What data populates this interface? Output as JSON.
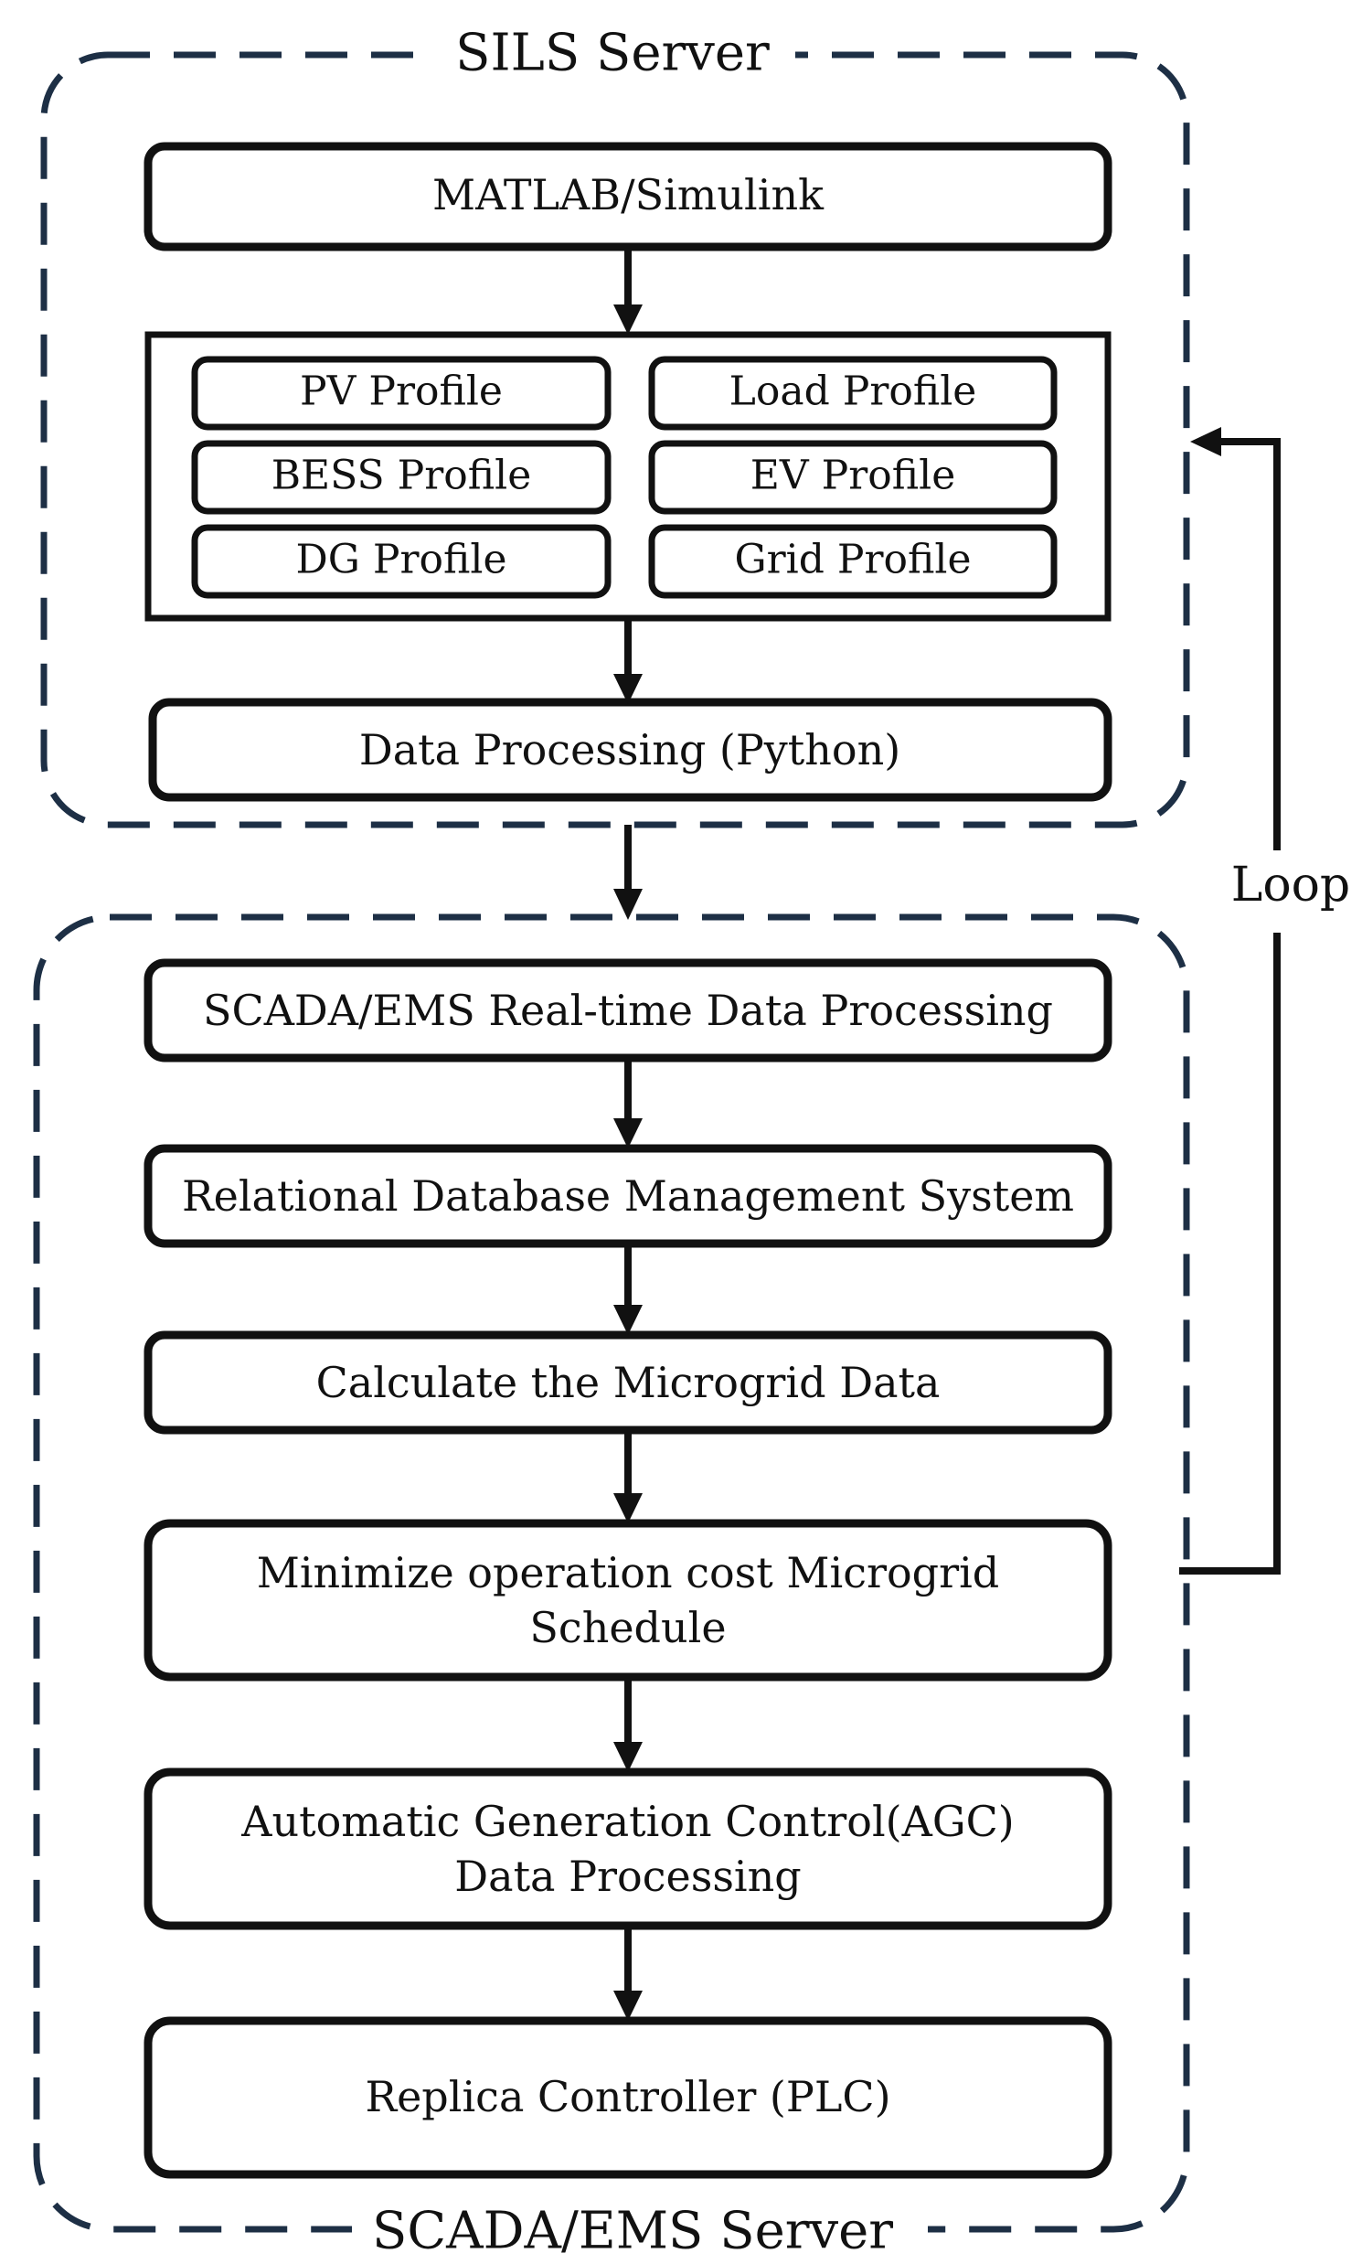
{
  "sils_server": {
    "title": "SILS Server",
    "matlab": "MATLAB/Simulink",
    "profiles": {
      "pv": "PV Profile",
      "load": "Load Profile",
      "bess": "BESS Profile",
      "ev": "EV Profile",
      "dg": "DG Profile",
      "grid": "Grid Profile"
    },
    "data_processing": "Data Processing (Python)"
  },
  "scada_server": {
    "title": "SCADA/EMS Server",
    "realtime": "SCADA/EMS Real-time Data Processing",
    "rdbms": "Relational Database Management System",
    "calculate": "Calculate the Microgrid Data",
    "minimize": [
      "Minimize operation cost Microgrid",
      "Schedule"
    ],
    "agc": [
      "Automatic Generation Control(AGC)",
      "Data Processing"
    ],
    "replica": "Replica Controller (PLC)"
  },
  "loop_label": "Loop"
}
